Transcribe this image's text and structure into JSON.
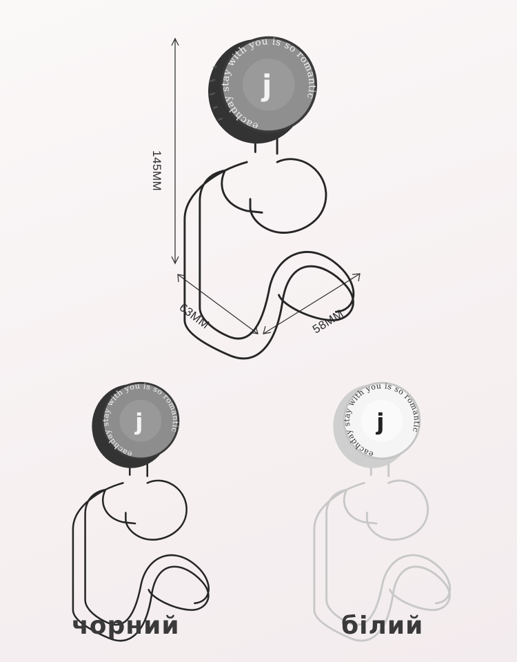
{
  "dimensions": {
    "height": "145MM",
    "depth": "63MM",
    "width": "58MM"
  },
  "product": {
    "cap_text": "eachday stay with you is so romantic",
    "logo_letter": "j"
  },
  "variants": [
    {
      "label": "чорний",
      "color": "#333333"
    },
    {
      "label": "білий",
      "color": "#f2f2f2"
    }
  ],
  "colors": {
    "background": "#f6f0f1",
    "wire_black": "#2a2a2a",
    "wire_white": "#c9c9c9",
    "cap_black": "#3b3b3b",
    "cap_black_face": "#8d8d8d",
    "cap_white": "#d9d9d9",
    "cap_white_face": "#f6f6f6",
    "dimension_line": "#333333"
  }
}
